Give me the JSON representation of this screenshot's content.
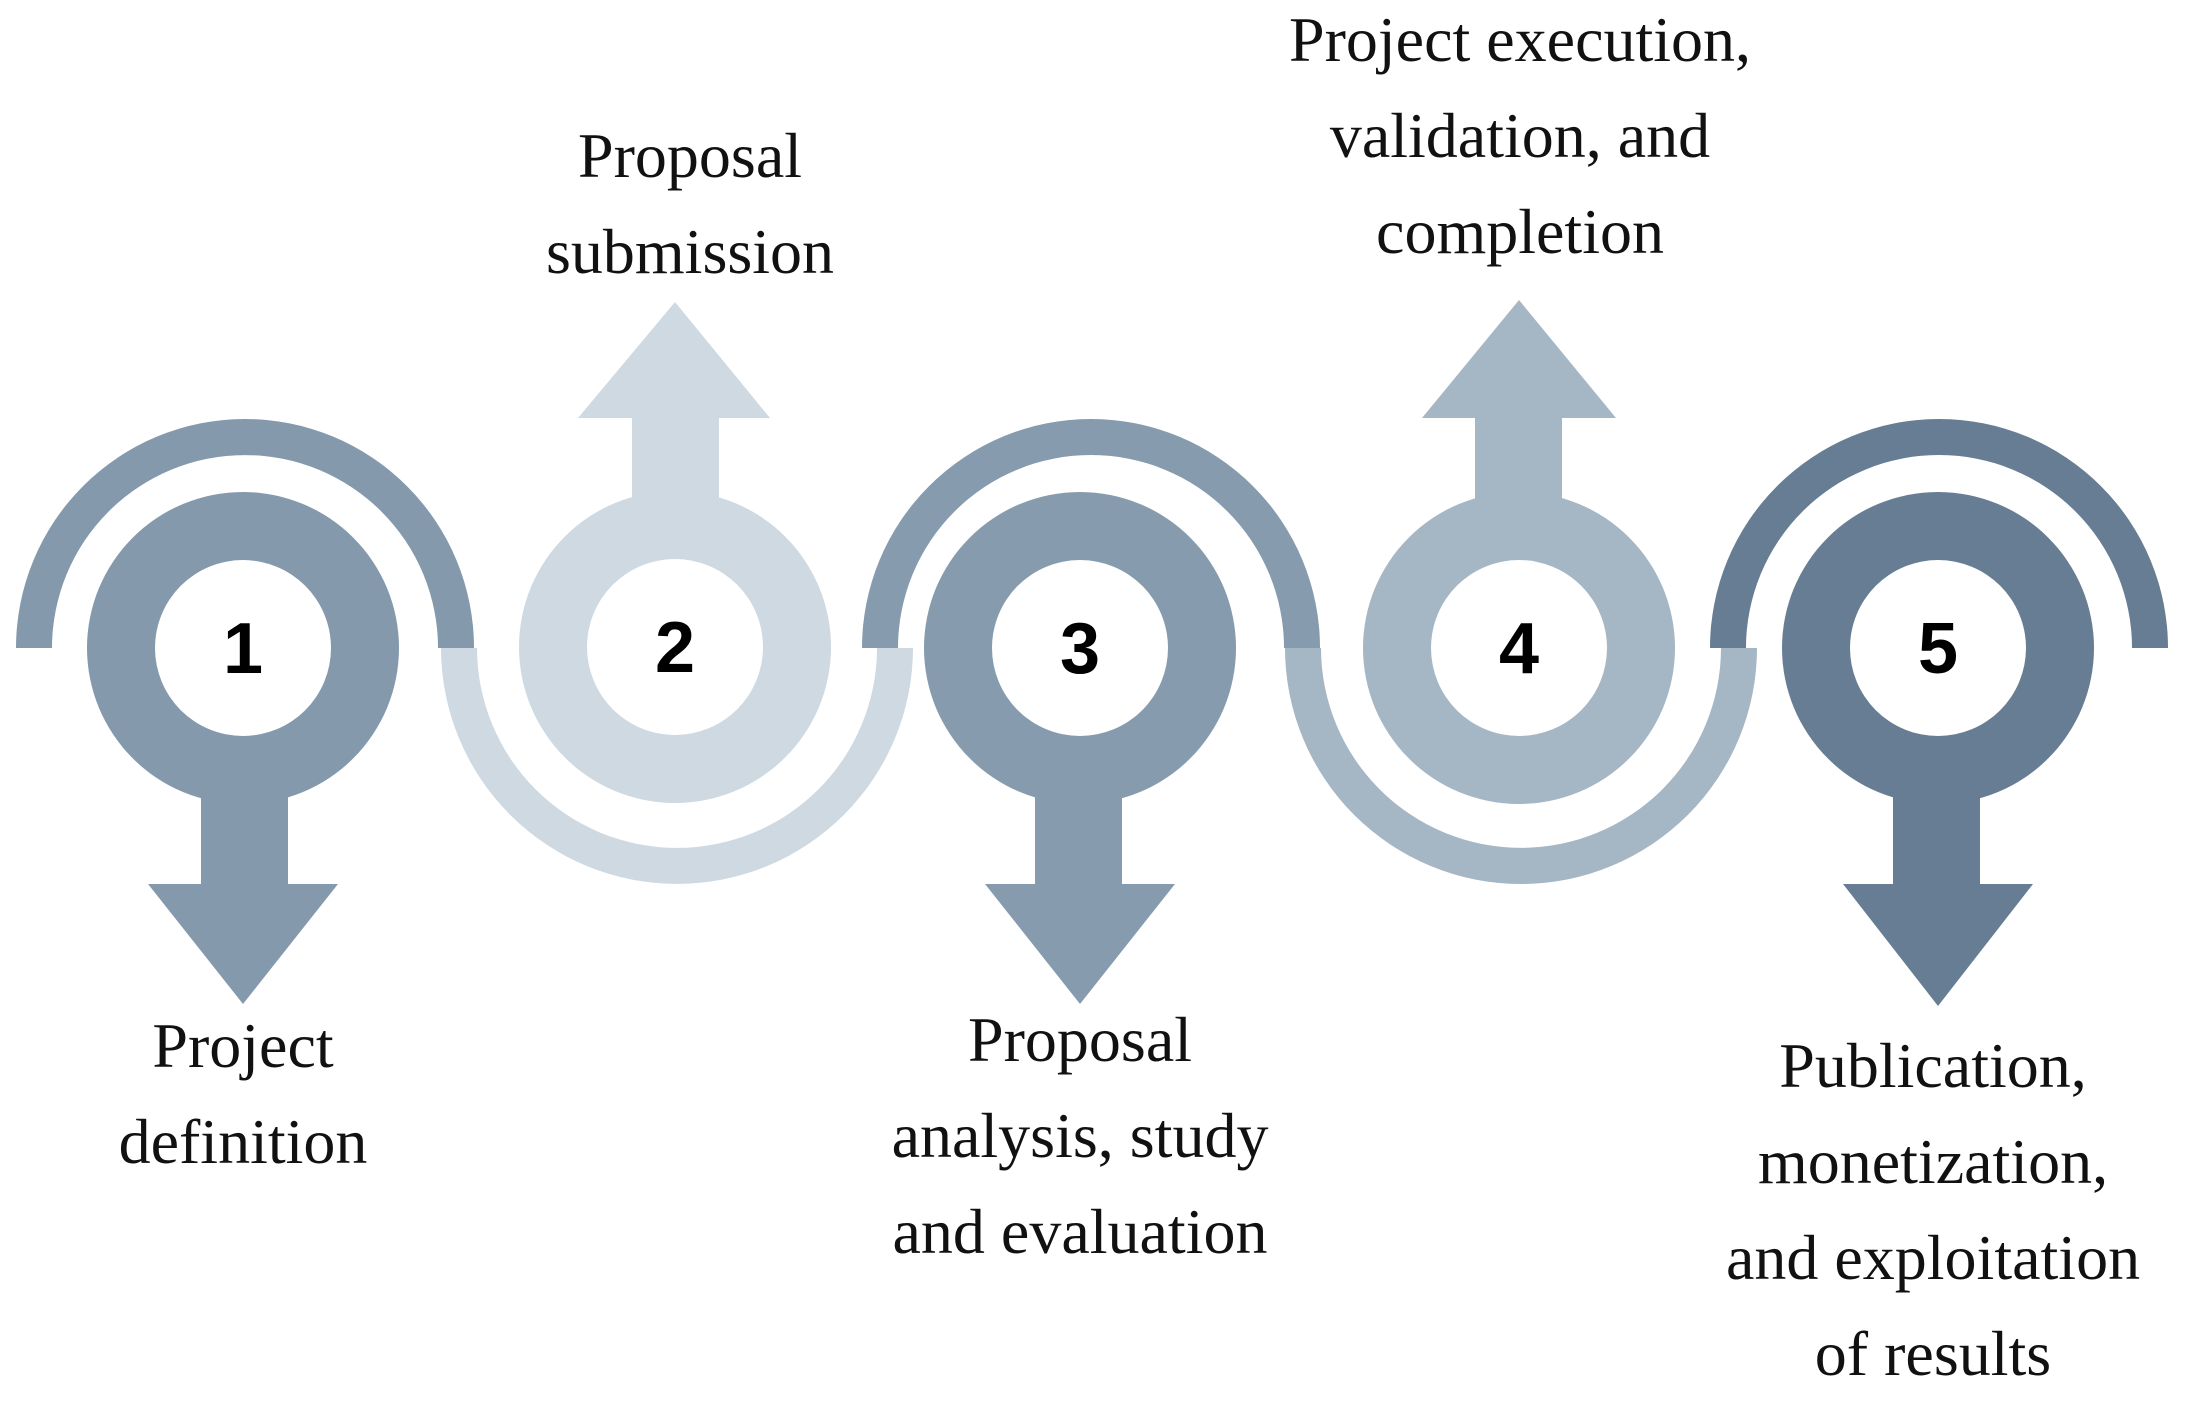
{
  "diagram": {
    "colors": {
      "step_1": "#8599ad",
      "step_2": "#ced9e1",
      "step_3": "#869bae",
      "step_4": "#a5b6c5",
      "step_5": "#677d93",
      "number_background": "#ffffff",
      "number_text": "#000000",
      "caption_text": "#111111"
    },
    "steps": [
      {
        "number": "1",
        "direction": "down",
        "label_lines": [
          "Project",
          "definition"
        ]
      },
      {
        "number": "2",
        "direction": "up",
        "label_lines": [
          "Proposal",
          "submission"
        ]
      },
      {
        "number": "3",
        "direction": "down",
        "label_lines": [
          "Proposal",
          "analysis, study",
          "and evaluation"
        ]
      },
      {
        "number": "4",
        "direction": "up",
        "label_lines": [
          "Project execution,",
          "validation, and",
          "completion"
        ]
      },
      {
        "number": "5",
        "direction": "down",
        "label_lines": [
          "Publication,",
          "monetization,",
          "and exploitation",
          "of results"
        ]
      }
    ]
  }
}
